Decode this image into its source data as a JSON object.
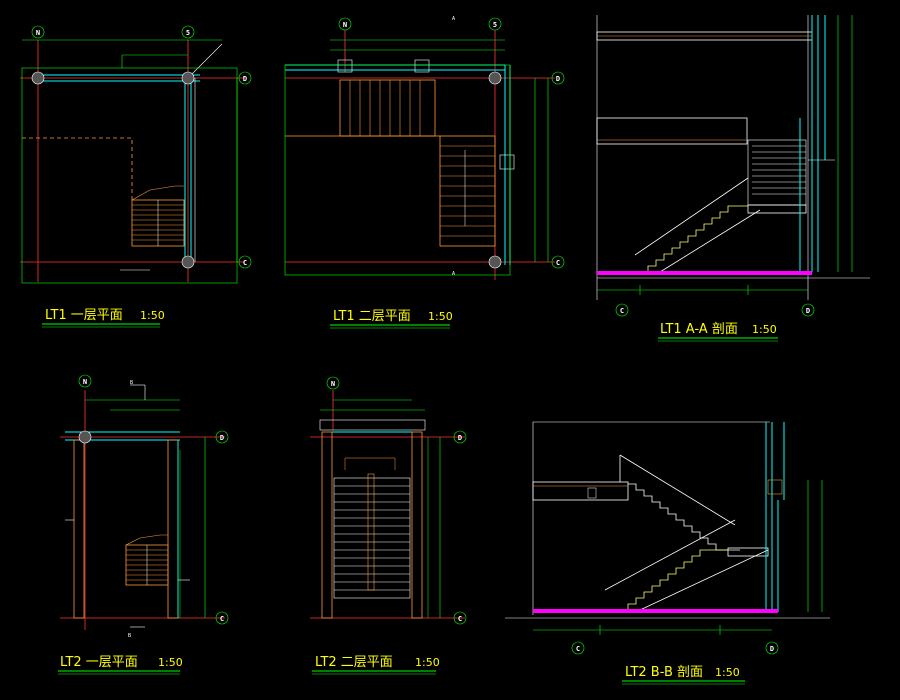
{
  "drawings": [
    {
      "id": "lt1-1f",
      "title": "LT1 一层平面",
      "scale": "1:50"
    },
    {
      "id": "lt1-2f",
      "title": "LT1 二层平面",
      "scale": "1:50"
    },
    {
      "id": "lt1-aa",
      "title": "LT1 A-A 剖面",
      "scale": "1:50"
    },
    {
      "id": "lt2-1f",
      "title": "LT2 一层平面",
      "scale": "1:50"
    },
    {
      "id": "lt2-2f",
      "title": "LT2 二层平面",
      "scale": "1:50"
    },
    {
      "id": "lt2-bb",
      "title": "LT2 B-B 剖面",
      "scale": "1:50"
    }
  ],
  "grid_labels": {
    "n": "N",
    "five": "5",
    "c": "C",
    "d": "D"
  },
  "section_marks": {
    "a": "A",
    "b": "B"
  },
  "colors": {
    "wall": "#00ffff",
    "stair": "#ff9933",
    "slab": "#ffffff",
    "dim": "#00ff00",
    "axis": "#ff3333",
    "floor": "#ff00ff",
    "title": "#ffff00"
  }
}
